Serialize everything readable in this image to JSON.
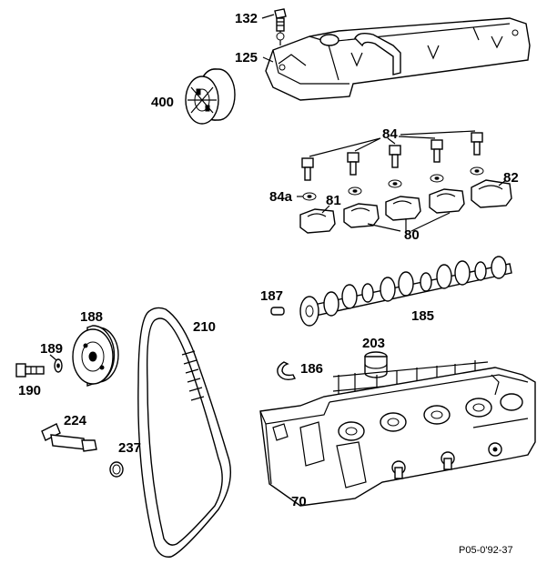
{
  "figure": {
    "reference": "P05-0'92-37"
  },
  "callouts": {
    "p132": "132",
    "p125": "125",
    "p400": "400",
    "p84": "84",
    "p84a": "84a",
    "p81": "81",
    "p82": "82",
    "p80": "80",
    "p187": "187",
    "p185": "185",
    "p188": "188",
    "p210": "210",
    "p189": "189",
    "p190": "190",
    "p203": "203",
    "p186": "186",
    "p224": "224",
    "p237": "237",
    "p70": "70"
  },
  "colors": {
    "ink": "#000000",
    "paper": "#ffffff"
  }
}
